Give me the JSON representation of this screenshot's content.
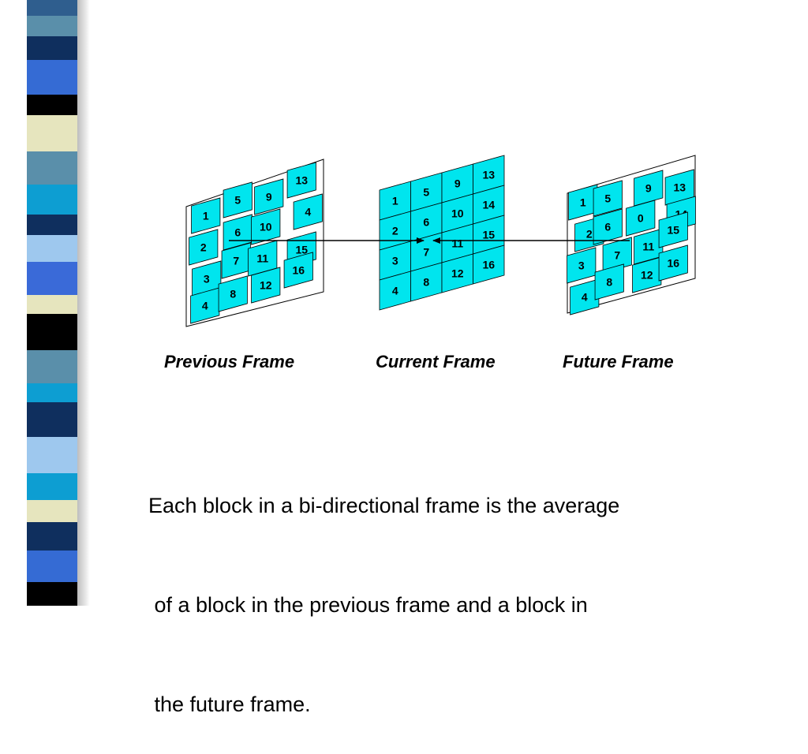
{
  "captions": {
    "previous": "Previous Frame",
    "current": "Current Frame",
    "future": "Future Frame"
  },
  "body_text": [
    "Each block in a bi-directional frame is the average",
    " of a block in the previous frame and a block in",
    " the future frame."
  ],
  "frames": {
    "current": [
      "1",
      "2",
      "3",
      "4",
      "5",
      "6",
      "7",
      "8",
      "9",
      "10",
      "11",
      "12",
      "13",
      "14",
      "15",
      "16"
    ],
    "previous": [
      "1",
      "2",
      "3",
      "4",
      "5",
      "6",
      "7",
      "8",
      "9",
      "10",
      "11",
      "12",
      "13",
      "4",
      "15",
      "16"
    ],
    "future": [
      "1",
      "2",
      "3",
      "4",
      "5",
      "6",
      "7",
      "8",
      "9",
      "0",
      "11",
      "12",
      "13",
      "14",
      "15",
      "16"
    ]
  },
  "colors": {
    "block_fill": "#00e5ee",
    "stripe": [
      "#5a7f9a",
      "#0f2f5e",
      "#356bd4",
      "#000000",
      "#e6e5be",
      "#5a8faa",
      "#0d9ed2",
      "#d8e3ee",
      "#3f9ad2",
      "#0a2a5a"
    ]
  }
}
